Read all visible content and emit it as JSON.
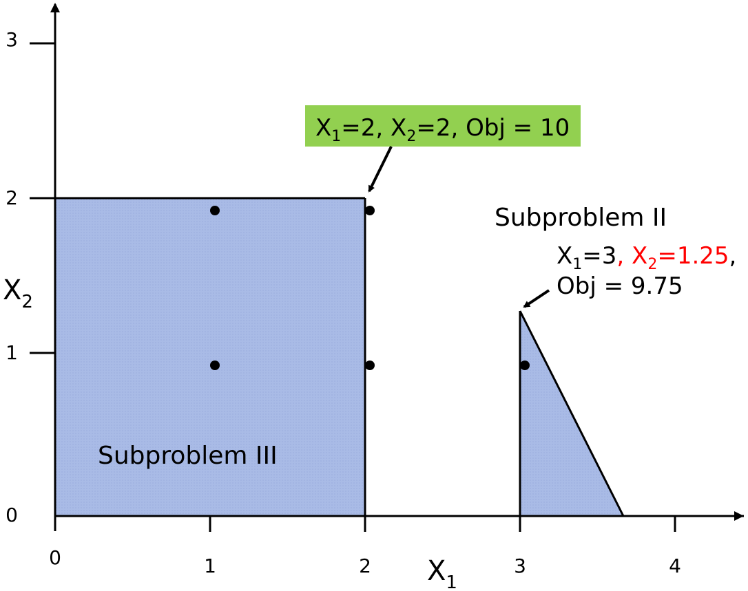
{
  "axes": {
    "x": {
      "symbol": "X",
      "subscript": "1",
      "ticks": [
        "0",
        "1",
        "2",
        "3",
        "4"
      ]
    },
    "y": {
      "symbol": "X",
      "subscript": "2",
      "ticks": [
        "0",
        "1",
        "2",
        "3"
      ]
    }
  },
  "regions": {
    "subproblem_iii": {
      "label": "Subproblem III",
      "color": "#a9bbe6"
    },
    "subproblem_ii": {
      "label": "Subproblem II",
      "color": "#a9bbe6"
    }
  },
  "callout_iii": {
    "background": "#92d050",
    "parts": [
      "X",
      "1",
      "=2, ",
      "X",
      "2",
      "=2, Obj = 10"
    ]
  },
  "callout_ii": {
    "line1_black": [
      "X",
      "1",
      "=3"
    ],
    "line1_red": [
      ", ",
      "X",
      "2",
      "=1.25"
    ],
    "line1_end": ",",
    "line2": "Obj = 9.75",
    "highlight_color": "#ff0000"
  },
  "integer_points": [
    [
      1,
      2
    ],
    [
      2,
      2
    ],
    [
      1,
      1
    ],
    [
      2,
      1
    ],
    [
      3,
      1
    ]
  ]
}
